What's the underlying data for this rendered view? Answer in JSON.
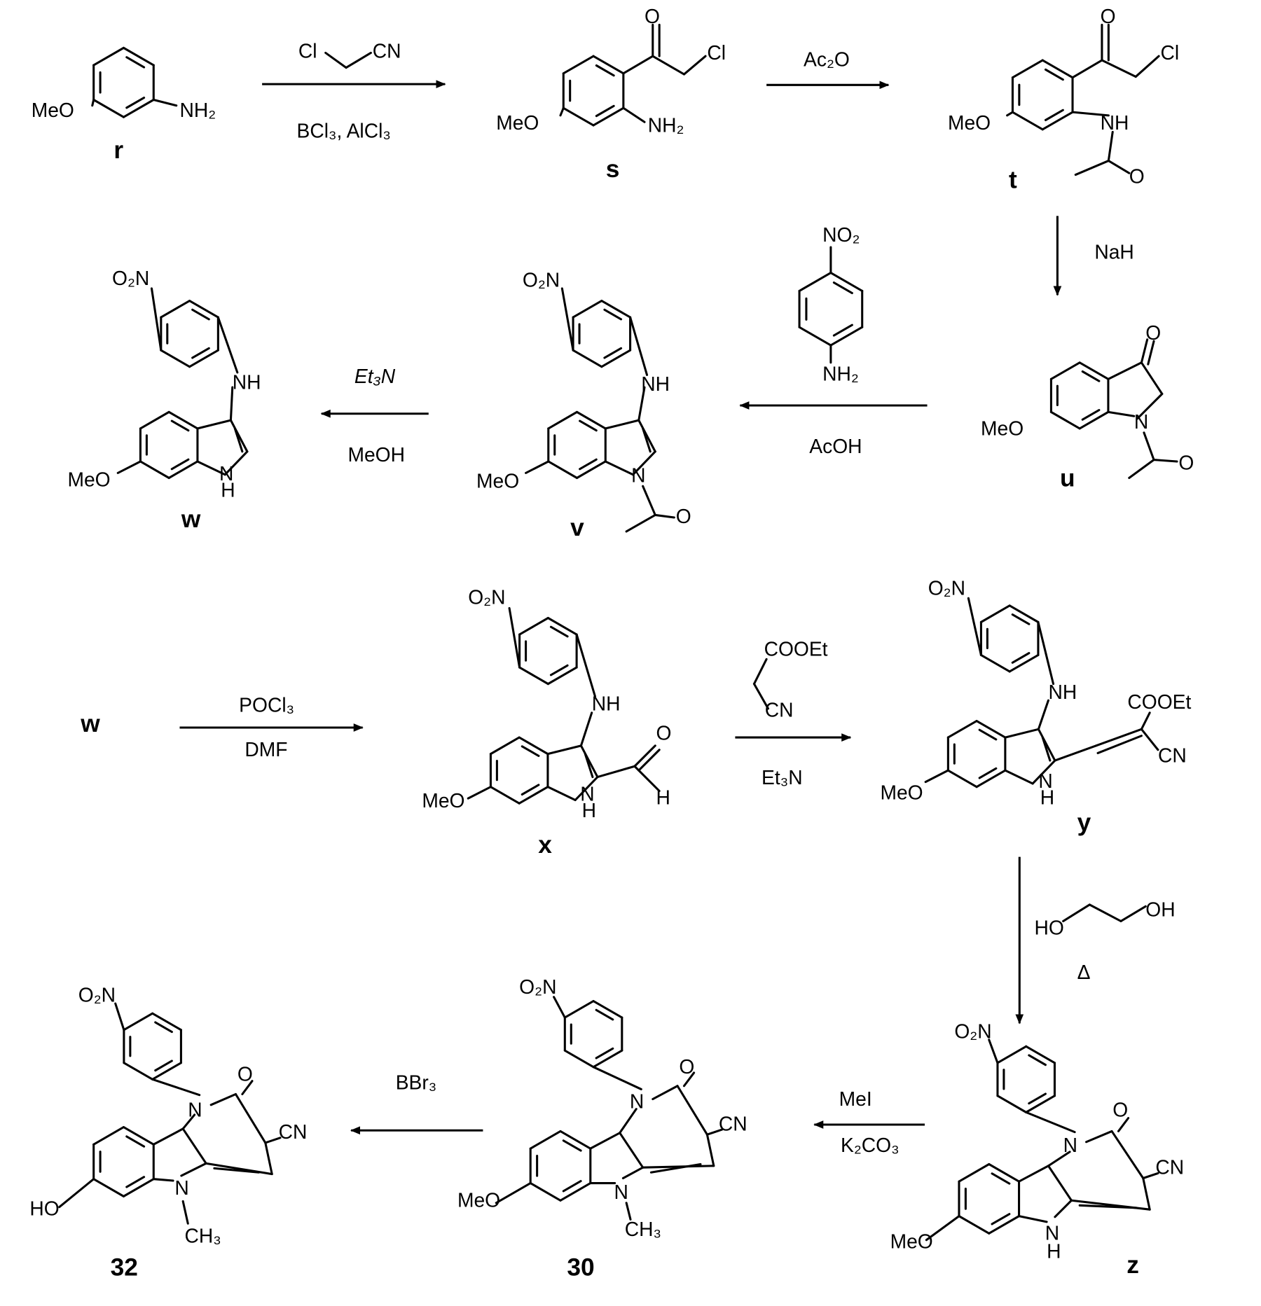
{
  "compounds": {
    "r": "r",
    "s": "s",
    "t": "t",
    "u": "u",
    "v": "v",
    "w": "w",
    "x": "x",
    "y": "y",
    "z": "z",
    "c30": "30",
    "c32": "32"
  },
  "atoms": {
    "MeO": "MeO",
    "NH2": "NH₂",
    "O": "O",
    "Cl": "Cl",
    "NH": "NH",
    "O2N": "O₂N",
    "NO2": "NO₂",
    "N": "N",
    "H": "H",
    "CN": "CN",
    "COOEt": "COOEt",
    "HO": "HO",
    "OH": "OH",
    "CH3": "CH₃"
  },
  "reagents": {
    "step1_top_cl": "Cl",
    "step1_top_cn": "CN",
    "step1_bottom": "BCl₃, AlCl₃",
    "step2": "Ac₂O",
    "step3": "NaH",
    "step4_bottom": "AcOH",
    "step5_top": "Et₃N",
    "step5_bottom": "MeOH",
    "step6_top": "POCl₃",
    "step6_bottom": "DMF",
    "step7_top_ester": "COOEt",
    "step7_top_cn": "CN",
    "step7_bottom": "Et₃N",
    "step8_ho": "HO",
    "step8_oh": "OH",
    "step8_bottom": "Δ",
    "step9_top": "MeI",
    "step9_bottom": "K₂CO₃",
    "step10_top": "BBr₃"
  }
}
